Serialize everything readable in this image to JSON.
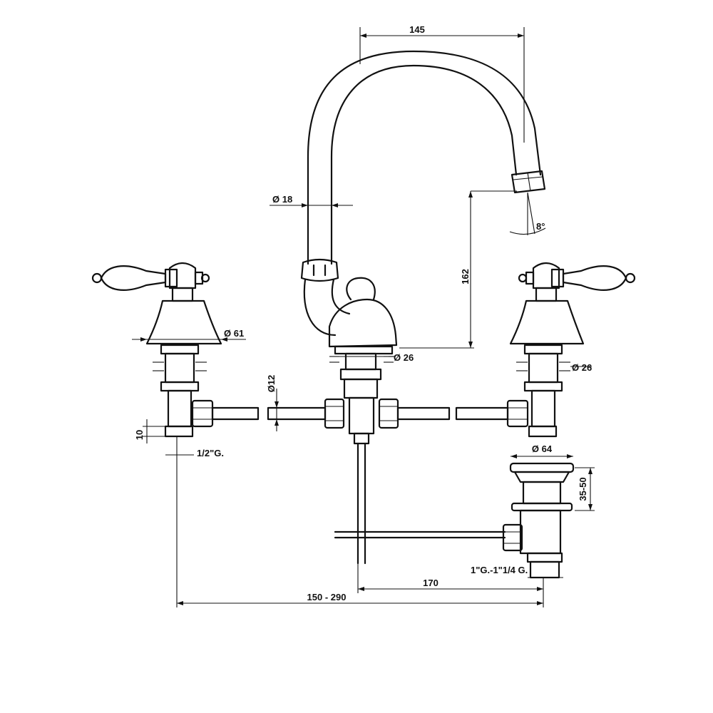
{
  "dimensions": {
    "spout_reach": "145",
    "spout_tube_dia": "Ø 18",
    "spout_height": "162",
    "spout_angle": "8°",
    "handle_base_dia": "Ø 61",
    "spout_base_dia": "Ø 26",
    "right_valve_dia": "Ø 26",
    "pipe_dia": "Ø12",
    "inlet_length": "10",
    "inlet_thread": "1/2\"G.",
    "waste_flange_dia": "Ø 64",
    "waste_range": "35-50",
    "waste_thread": "1\"G.-1\"1/4 G.",
    "pop_up_offset": "170",
    "centers_range": "150 - 290"
  }
}
